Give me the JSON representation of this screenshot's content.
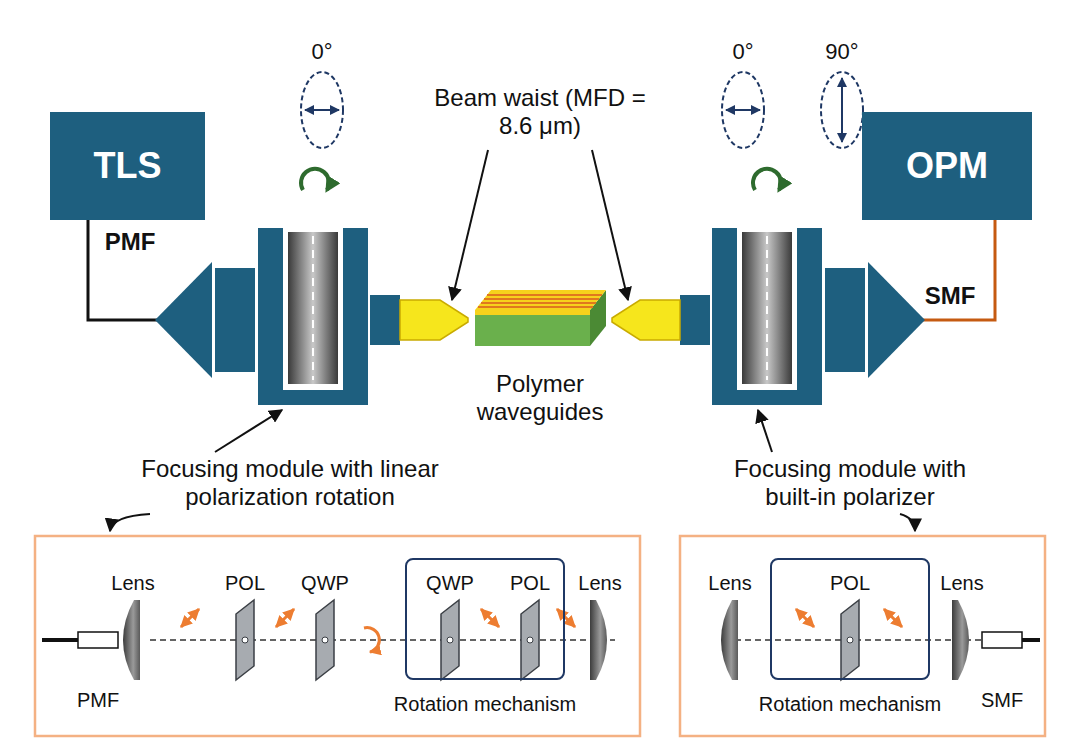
{
  "diagram": {
    "nodes": [
      {
        "text": [
          "TLS"
        ]
      },
      {
        "text": [
          "OPM"
        ]
      },
      {
        "text": [
          "QWP",
          "POL",
          "Rotation mechanism"
        ]
      },
      {
        "text": [
          "POL",
          "Rotation mechanism"
        ]
      }
    ],
    "labels": [
      "0°",
      "Beam waist (MFD = 8.6 μm)",
      "0°",
      "90°",
      "PMF",
      "SMF",
      "Polymer waveguides",
      "Focusing module with linear polarization rotation",
      "Focusing module with built-in polarizer",
      "Lens",
      "POL",
      "QWP",
      "Lens",
      "PMF",
      "Lens",
      "Lens",
      "SMF"
    ]
  }
}
